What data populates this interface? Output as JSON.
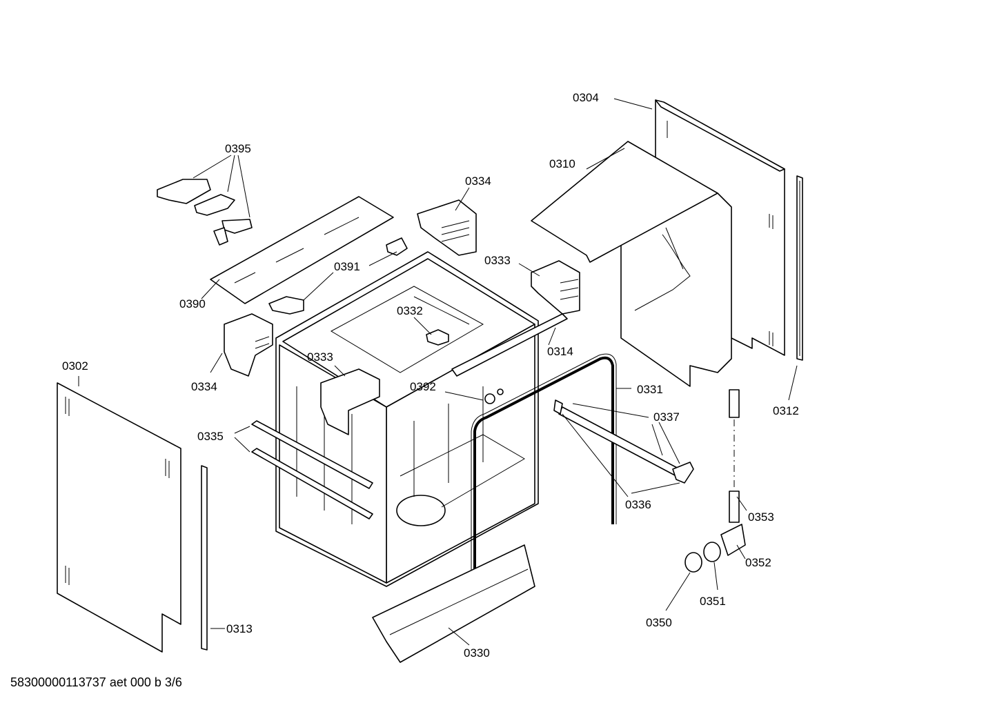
{
  "diagram": {
    "labels": {
      "l0304": "0304",
      "l0395": "0395",
      "l0310": "0310",
      "l0334a": "0334",
      "l0333a": "0333",
      "l0391": "0391",
      "l0390": "0390",
      "l0332": "0332",
      "l0314": "0314",
      "l0312": "0312",
      "l0302": "0302",
      "l0334b": "0334",
      "l0333b": "0333",
      "l0392": "0392",
      "l0331": "0331",
      "l0337": "0337",
      "l0335": "0335",
      "l0336": "0336",
      "l0353": "0353",
      "l0352": "0352",
      "l0351": "0351",
      "l0350": "0350",
      "l0313": "0313",
      "l0330": "0330"
    }
  },
  "footer": {
    "document_reference": "58300000113737 aet 000 b 3/6"
  }
}
